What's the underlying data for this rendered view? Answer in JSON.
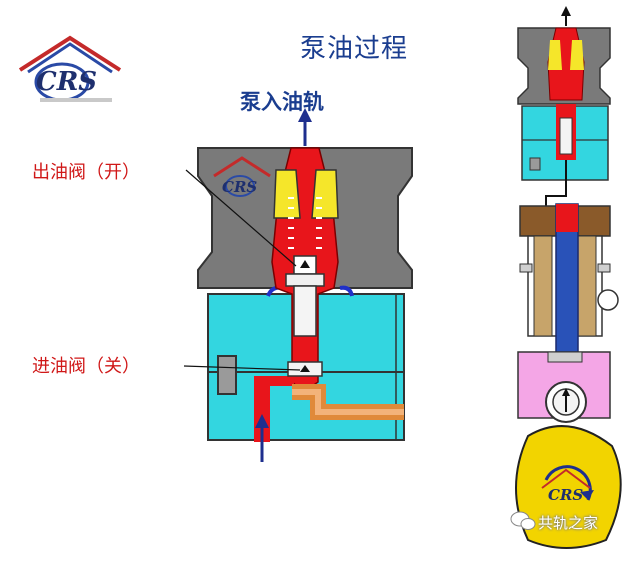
{
  "title": "泵油过程",
  "labels": {
    "rail": "泵入油轨",
    "outlet_valve": "出油阀（开）",
    "inlet_valve": "进油阀（关）"
  },
  "logo": {
    "text": "CRS"
  },
  "watermark": {
    "text": "共轨之家"
  },
  "colors": {
    "fuel_red": "#e8151b",
    "housing_gray": "#7a7a7a",
    "body_cyan": "#33d6e0",
    "yellow": "#f5e62a",
    "title_blue": "#1a3d8f",
    "label_red": "#d01818",
    "shaft_brown": "#8a5a2a",
    "plunger_blue": "#2952b8",
    "pink": "#f4a6e6",
    "cam_yellow": "#f2d400",
    "orange_pipe": "#e08a3a"
  }
}
